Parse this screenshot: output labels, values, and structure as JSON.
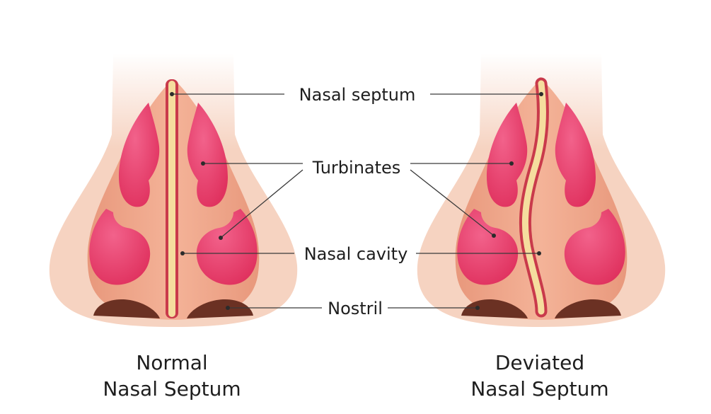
{
  "labels": {
    "septum": "Nasal septum",
    "turbinates": "Turbinates",
    "cavity": "Nasal cavity",
    "nostril": "Nostril"
  },
  "captions": {
    "normal_line1": "Normal",
    "normal_line2": "Nasal Septum",
    "deviated_line1": "Deviated",
    "deviated_line2": "Nasal Septum"
  },
  "colors": {
    "skin": "#f6d3c1",
    "skin_light": "#fae3d6",
    "cavity": "#f1a98f",
    "cavity_dark": "#e58f76",
    "turbinate": "#ea3e6c",
    "turbinate_light": "#f2628b",
    "septum": "#f5dd9e",
    "septum_edge": "#c93a4b",
    "nostril": "#6b3123"
  }
}
